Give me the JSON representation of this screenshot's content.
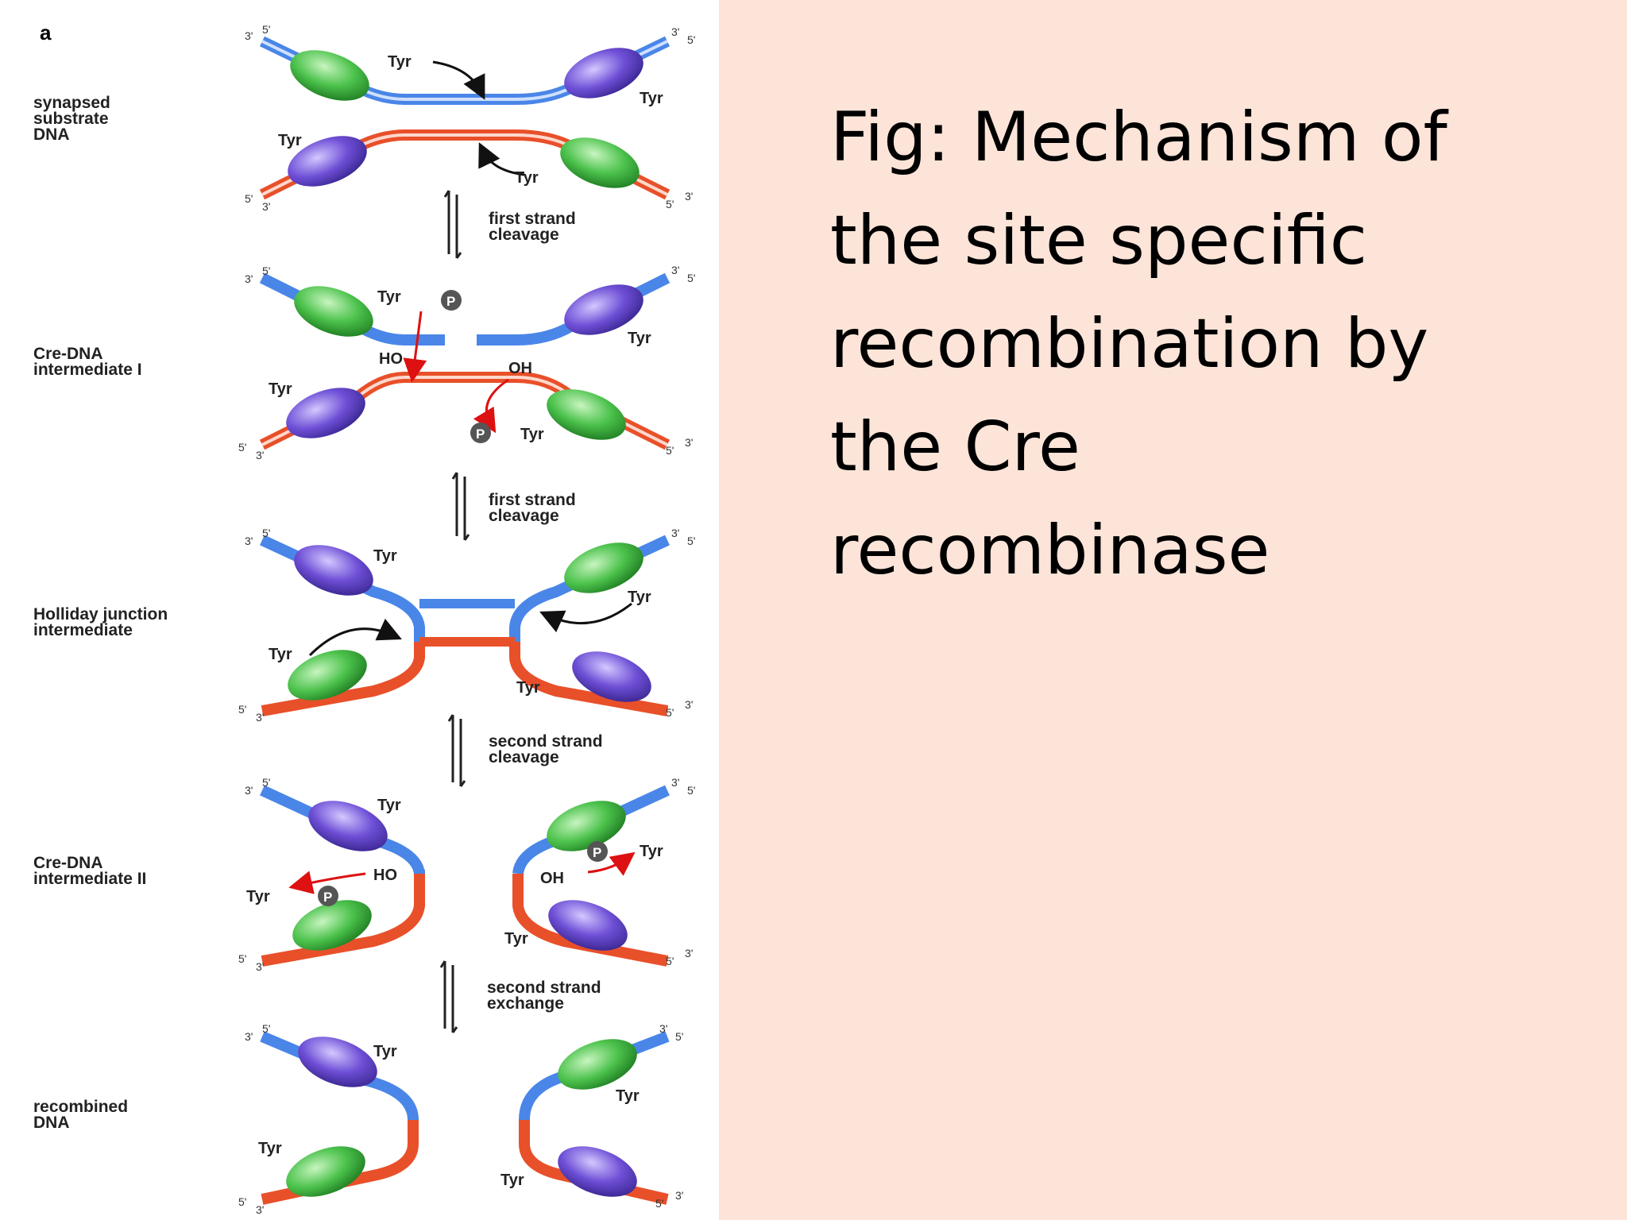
{
  "caption": {
    "lines": [
      "Fig: Mechanism of",
      "the site specific",
      "recombination by",
      "the Cre",
      "recombinase"
    ]
  },
  "figure": {
    "panel_label": "a",
    "stage_labels": [
      [
        "synapsed",
        "substrate",
        "DNA"
      ],
      [
        "Cre-DNA",
        "intermediate I"
      ],
      [
        "Holliday junction",
        "intermediate"
      ],
      [
        "Cre-DNA",
        "intermediate II"
      ],
      [
        "recombined",
        "DNA"
      ]
    ],
    "step_labels": [
      [
        "first strand",
        "cleavage"
      ],
      [
        "first strand",
        "cleavage"
      ],
      [
        "second strand",
        "cleavage"
      ],
      [
        "second strand",
        "exchange"
      ]
    ],
    "residue_label": "Tyr",
    "phosphate_label": "P",
    "hydroxyl_left": "HO",
    "hydroxyl_right": "OH",
    "end_5": "5'",
    "end_3": "3'",
    "colors": {
      "blue_strand": "#4a86e8",
      "red_strand": "#e8502a",
      "green_domain": "#4cc24c",
      "purple_domain": "#6e4fd6",
      "caption_bg": "#fce4d8"
    }
  }
}
